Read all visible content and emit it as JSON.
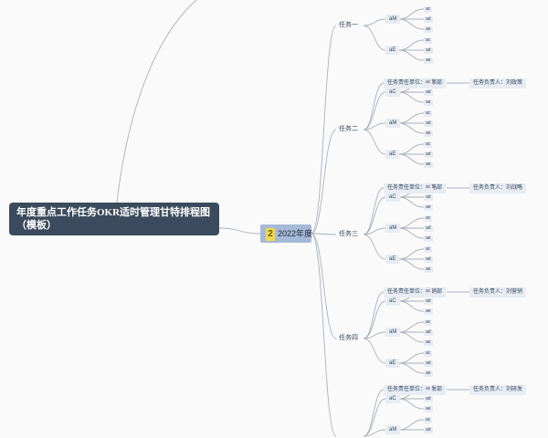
{
  "root": {
    "title": "年度重点工作任务OKR适时管理甘特排程图（模板）"
  },
  "year": {
    "badge": "2",
    "label": "2022年度"
  },
  "sub_labels": [
    "aC",
    "aM",
    "aE"
  ],
  "leaf_labels": [
    "ac",
    "ad",
    "ae"
  ],
  "tasks": [
    {
      "label": "任务一",
      "unit": "",
      "person": ""
    },
    {
      "label": "任务二",
      "unit": "任务责任单位：政策部",
      "person": "任务负责人：刘政策"
    },
    {
      "label": "任务三",
      "unit": "任务责任单位：战略部",
      "person": "任务负责人：刘战略"
    },
    {
      "label": "任务四",
      "unit": "任务责任单位：营销部",
      "person": "任务负责人：刘营销"
    },
    {
      "label": "",
      "unit": "任务责任单位：研发部",
      "person": "任务负责人：刘研发"
    }
  ]
}
